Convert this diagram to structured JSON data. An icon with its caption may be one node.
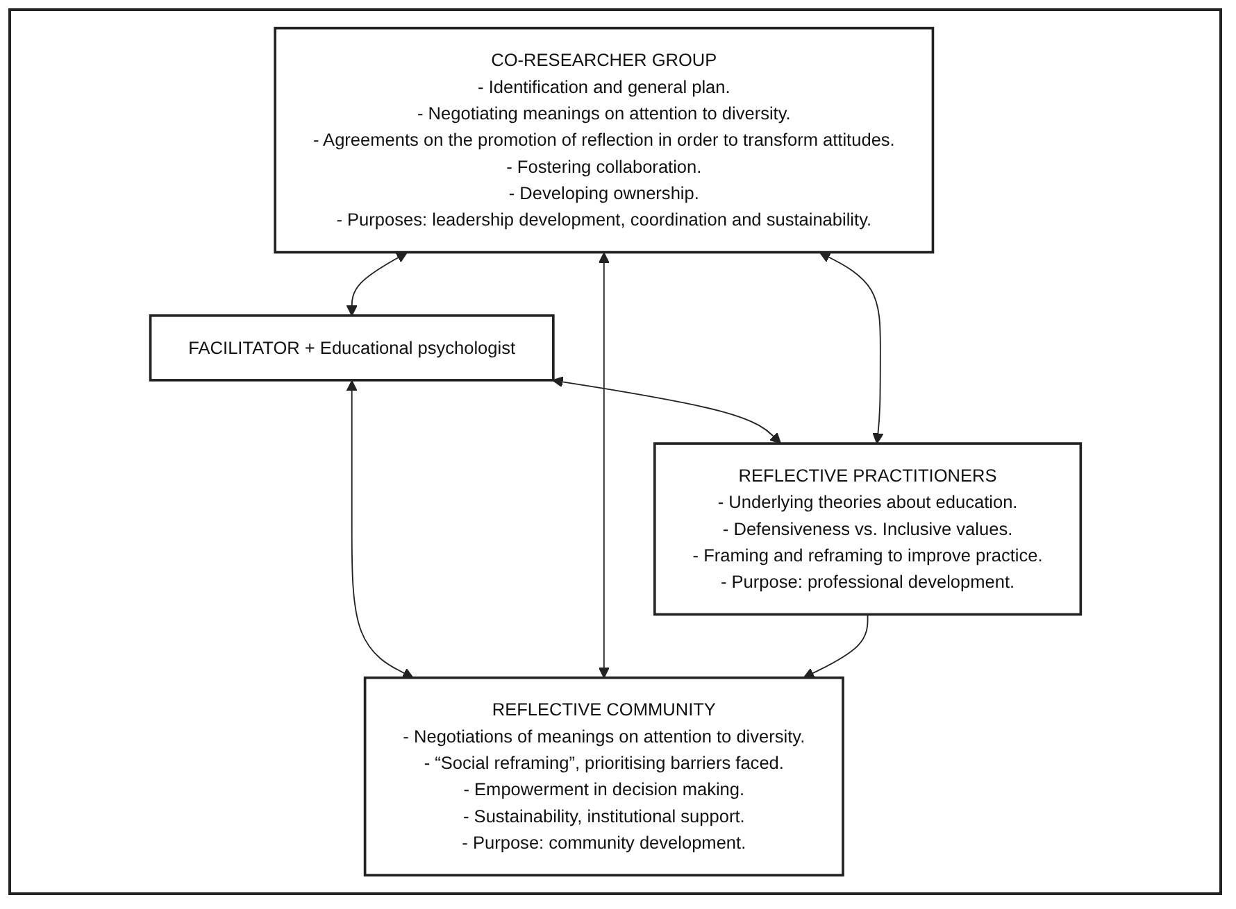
{
  "diagram": {
    "nodes": [
      {
        "text": [
          "CO-RESEARCHER GROUP",
          "- Identification and general plan.",
          "- Negotiating meanings on attention to diversity.",
          "- Agreements on the promotion of reflection in order to transform attitudes.",
          "- Fostering collaboration.",
          "- Developing ownership.",
          "- Purposes: leadership development, coordination and sustainability."
        ]
      },
      {
        "text": [
          "FACILITATOR + Educational psychologist"
        ]
      },
      {
        "text": [
          "REFLECTIVE COMMUNITY",
          "- Negotiations of meanings on attention to diversity.",
          "- “Social reframing”, prioritising barriers faced.",
          "- Empowerment in decision making.",
          "- Sustainability, institutional support.",
          "- Purpose: community development."
        ]
      },
      {
        "text": [
          "REFLECTIVE PRACTITIONERS",
          "- Underlying theories about education.",
          "- Defensiveness vs. Inclusive values.",
          "- Framing and reframing to improve practice.",
          "- Purpose: professional development."
        ]
      }
    ],
    "edges": [
      {
        "from": 0,
        "to": 1,
        "arrow": "both"
      },
      {
        "from": 1,
        "to": 2,
        "arrow": "both"
      },
      {
        "from": 1,
        "to": 3,
        "arrow": "both"
      },
      {
        "from": 0,
        "to": 2,
        "arrow": "both"
      },
      {
        "from": 0,
        "to": 3,
        "arrow": "both"
      },
      {
        "from": 3,
        "to": 2,
        "arrow": "to"
      }
    ]
  }
}
